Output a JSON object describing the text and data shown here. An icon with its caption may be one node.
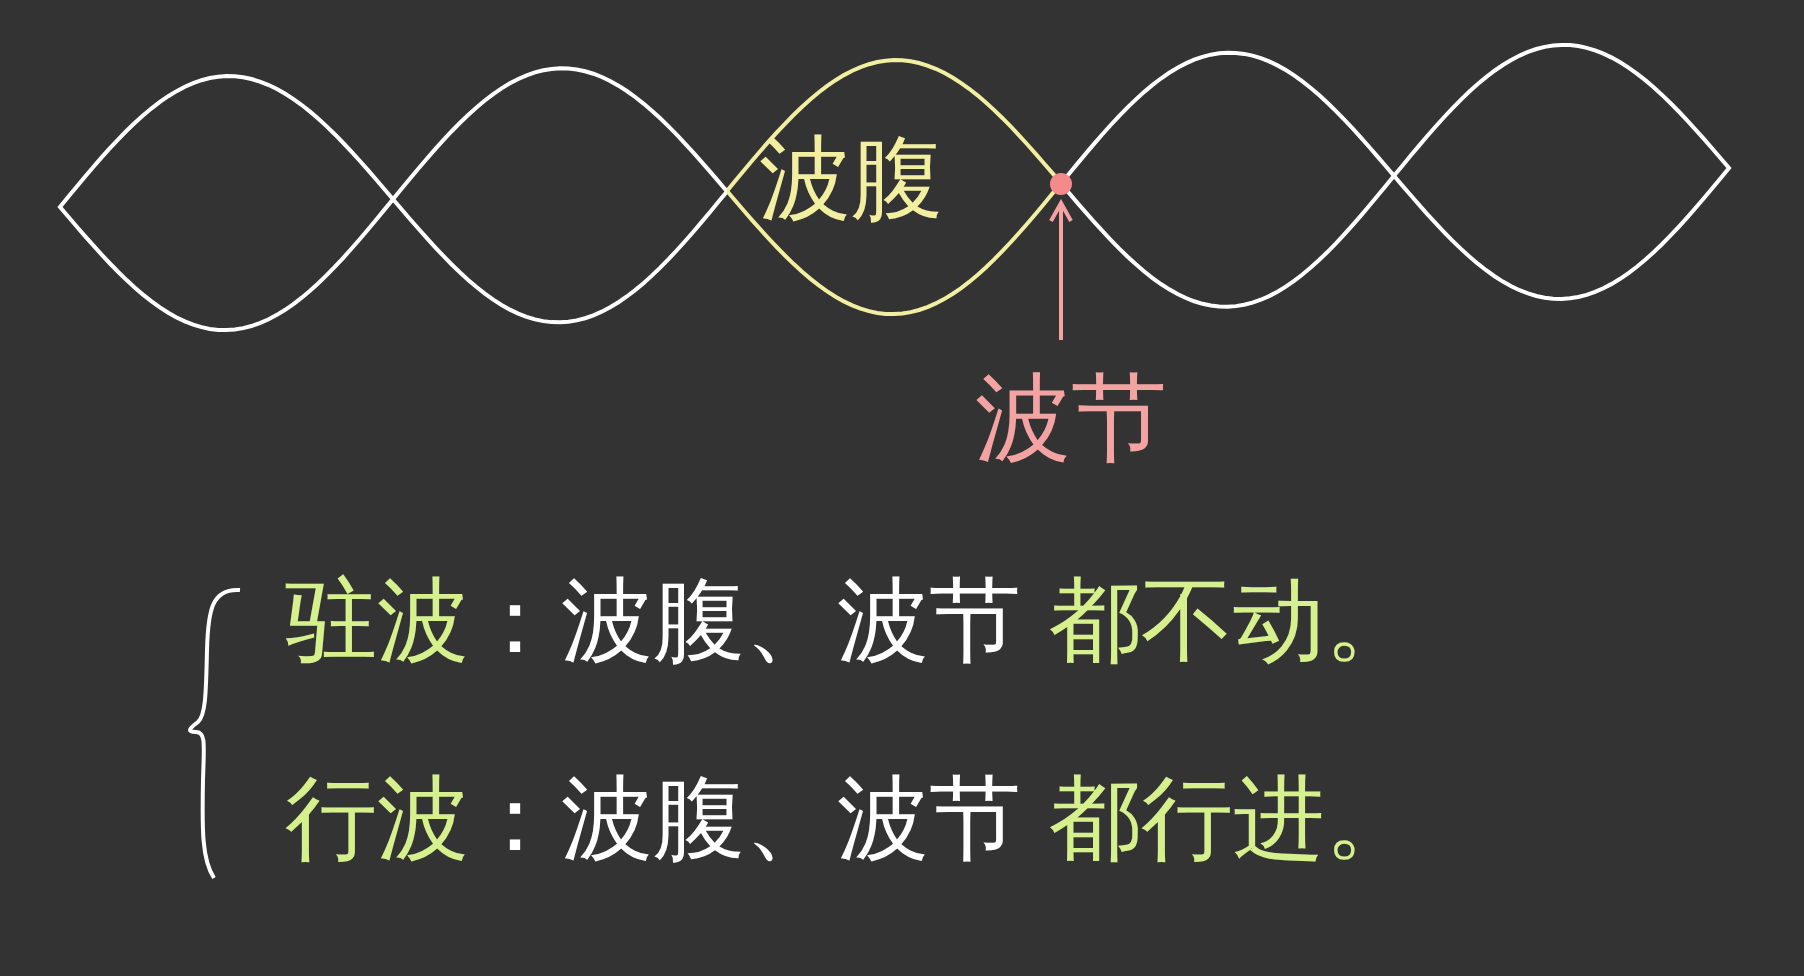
{
  "diagram": {
    "nodes": [
      {
        "text": [
          "波腹"
        ]
      },
      {
        "text": [],
        "shape": "circle"
      },
      {
        "text": [
          "波节"
        ]
      }
    ],
    "edges": [
      {
        "from": 2,
        "to": 1,
        "arrow": "to"
      }
    ],
    "labels": [
      "驻波",
      "：波腹、波节",
      "都不动。",
      "行波",
      "：波腹、波节",
      "都行进。"
    ]
  }
}
